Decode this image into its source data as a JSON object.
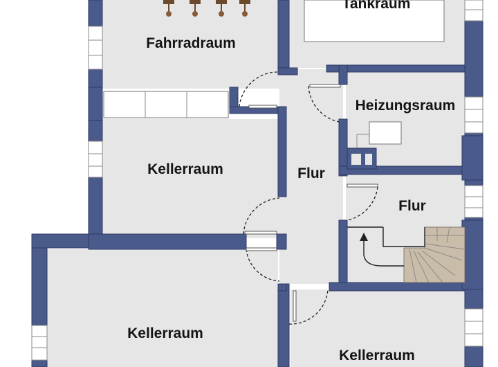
{
  "floor_plan": {
    "rooms": {
      "fahrradraum": "Fahrradraum",
      "tankraum": "Tankraum",
      "heizungsraum": "Heizungsraum",
      "kellerraum_middle": "Kellerraum",
      "flur_main": "Flur",
      "flur_stair": "Flur",
      "kellerraum_bottom_left": "Kellerraum",
      "kellerraum_bottom_right": "Kellerraum"
    },
    "colors": {
      "wall": "#4a5a8a",
      "floor": "#e6e6e6",
      "stair": "#c9bca9"
    }
  }
}
